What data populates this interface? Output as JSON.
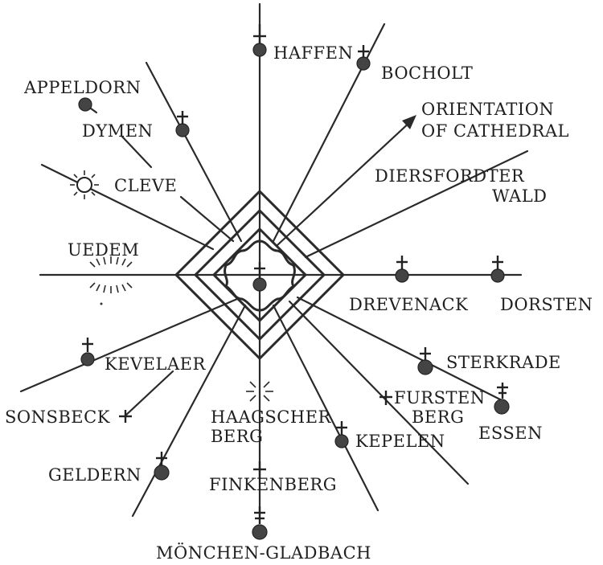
{
  "diagram": {
    "title": "",
    "labels": {
      "haffen": "HAFFEN",
      "bocholt": "BOCHOLT",
      "appeldorn": "APPELDORN",
      "dymen": "DYMEN",
      "orientation_line1": "ORIENTATION",
      "orientation_line2": "OF CATHEDRAL",
      "cleve": "CLEVE",
      "diersfordter_line1": "DIERSFORDTER",
      "diersfordter_line2": "WALD",
      "uedem": "UEDEM",
      "drevenack": "DREVENACK",
      "dorsten": "DORSTEN",
      "kevelaer": "KEVELAER",
      "sterkrade": "STERKRADE",
      "sonsbeck": "SONSBECK",
      "fursten_line1": "FURSTEN",
      "fursten_line2": "BERG",
      "essen": "ESSEN",
      "haagscher_line1": "HAAGSCHER",
      "haagscher_line2": "BERG",
      "kepelen": "KEPELEN",
      "geldern": "GELDERN",
      "finkenberg": "FINKENBERG",
      "monchengladbach": "MÖNCHEN-GLADBACH"
    }
  }
}
